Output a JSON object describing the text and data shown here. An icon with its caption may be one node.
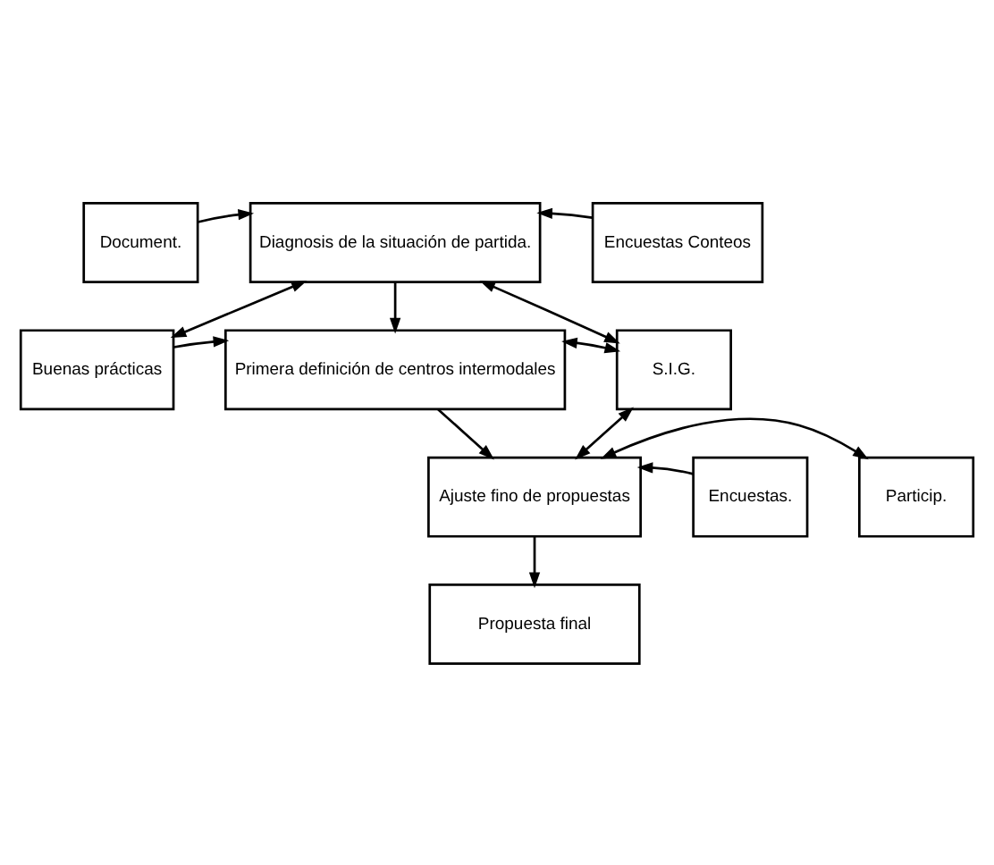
{
  "diagram": {
    "nodes": [
      {
        "text": [
          "Document."
        ]
      },
      {
        "text": [
          "Diagnosis de la situación de partida."
        ]
      },
      {
        "text": [
          "Encuestas Conteos"
        ]
      },
      {
        "text": [
          "Buenas prácticas"
        ]
      },
      {
        "text": [
          "Primera definición de centros intermodales"
        ]
      },
      {
        "text": [
          "S.I.G."
        ]
      },
      {
        "text": [
          "Particip."
        ]
      },
      {
        "text": [
          "Ajuste fino de propuestas"
        ]
      },
      {
        "text": [
          "Encuestas."
        ]
      },
      {
        "text": [
          "Propuesta final"
        ]
      }
    ],
    "edges": [
      {
        "from": 0,
        "to": 1,
        "arrow": "to"
      },
      {
        "from": 2,
        "to": 1,
        "arrow": "to"
      },
      {
        "from": 1,
        "to": 3,
        "arrow": "both"
      },
      {
        "from": 1,
        "to": 4,
        "arrow": "to"
      },
      {
        "from": 1,
        "to": 5,
        "arrow": "both"
      },
      {
        "from": 3,
        "to": 4,
        "arrow": "to"
      },
      {
        "from": 4,
        "to": 5,
        "arrow": "both"
      },
      {
        "from": 4,
        "to": 7,
        "arrow": "to"
      },
      {
        "from": 7,
        "to": 5,
        "arrow": "both"
      },
      {
        "from": 7,
        "to": 6,
        "arrow": "both"
      },
      {
        "from": 8,
        "to": 7,
        "arrow": "to"
      },
      {
        "from": 7,
        "to": 9,
        "arrow": "to"
      }
    ]
  }
}
